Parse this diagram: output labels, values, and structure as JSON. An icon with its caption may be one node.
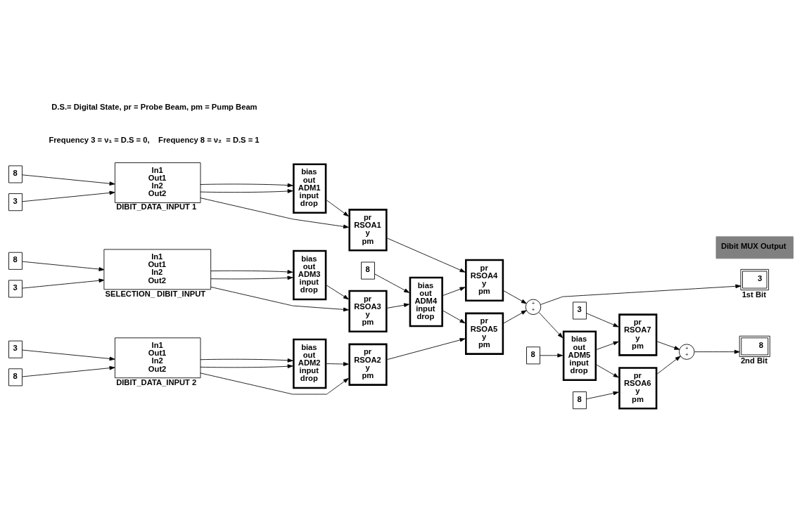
{
  "diagram": {
    "nodes": [
      {
        "text": [
          "8"
        ]
      },
      {
        "text": [
          "In1",
          "Out1",
          "In2",
          "Out2"
        ],
        "beside": [
          "DIBIT_DATA_INPUT 1"
        ]
      },
      {
        "text": [
          "3"
        ]
      },
      {
        "text": [
          "bias",
          "out",
          "ADM1",
          "input",
          "drop"
        ]
      },
      {
        "text": [
          "pr",
          "RSOA1",
          "y",
          "pm"
        ]
      },
      {
        "text": [
          "pr",
          "RSOA4",
          "y",
          "pm"
        ]
      },
      {
        "text": [
          "+",
          "+"
        ]
      },
      {
        "text": [
          "3"
        ],
        "beside": [
          "1st Bit"
        ]
      },
      {
        "text": [
          "8"
        ]
      },
      {
        "text": [
          "pr",
          "RSOA6",
          "y",
          "pm"
        ]
      },
      {
        "text": [
          "+",
          "+"
        ]
      },
      {
        "text": [
          "8"
        ],
        "beside": [
          "2nd Bit"
        ]
      },
      {
        "text": [
          "3"
        ]
      },
      {
        "text": [
          "In1",
          "Out1",
          "In2",
          "Out2"
        ],
        "beside": [
          "DIBIT_DATA_INPUT 2"
        ]
      },
      {
        "text": [
          "8"
        ]
      },
      {
        "text": [
          "bias",
          "out",
          "ADM2",
          "input",
          "drop"
        ]
      },
      {
        "text": [
          "pr",
          "RSOA2",
          "y",
          "pm"
        ]
      },
      {
        "text": [
          "pr",
          "RSOA5",
          "y",
          "pm"
        ]
      },
      {
        "text": [
          "8"
        ]
      },
      {
        "text": [
          "3"
        ]
      },
      {
        "text": [
          "bias",
          "out",
          "ADM5",
          "input",
          "drop"
        ]
      },
      {
        "text": [
          "pr",
          "RSOA7",
          "y",
          "pm"
        ]
      },
      {
        "text": [
          "8"
        ]
      },
      {
        "text": [
          "bias",
          "out",
          "ADM4",
          "input",
          "drop"
        ]
      },
      {
        "text": [
          "8"
        ]
      },
      {
        "text": [
          "In1",
          "Out1",
          "In2",
          "Out2"
        ],
        "beside": [
          "SELECTION_ DIBIT_INPUT"
        ]
      },
      {
        "text": [
          "3"
        ]
      },
      {
        "text": [
          "bias",
          "out",
          "ADM3",
          "input",
          "drop"
        ]
      },
      {
        "text": [
          "pr",
          "RSOA3",
          "y",
          "pm"
        ]
      }
    ],
    "edges": [
      {
        "from": 0,
        "to": 1,
        "arrow": "to"
      },
      {
        "from": 2,
        "to": 1,
        "arrow": "to"
      },
      {
        "from": 1,
        "to": 4,
        "arrow": "to"
      },
      {
        "from": 1,
        "to": 3,
        "arrow": "to"
      },
      {
        "from": 1,
        "to": 3,
        "arrow": "to"
      },
      {
        "from": 3,
        "to": 4,
        "arrow": "to"
      },
      {
        "from": 4,
        "to": 5,
        "arrow": "to"
      },
      {
        "from": 5,
        "to": 6,
        "arrow": "to"
      },
      {
        "from": 6,
        "to": 7,
        "arrow": "to"
      },
      {
        "from": 6,
        "to": 20,
        "arrow": "to"
      },
      {
        "from": 8,
        "to": 9,
        "arrow": "to"
      },
      {
        "from": 9,
        "to": 10,
        "arrow": "to"
      },
      {
        "from": 10,
        "to": 11,
        "arrow": "to"
      },
      {
        "from": 12,
        "to": 13,
        "arrow": "to"
      },
      {
        "from": 14,
        "to": 13,
        "arrow": "to"
      },
      {
        "from": 13,
        "to": 16,
        "arrow": "to"
      },
      {
        "from": 13,
        "to": 15,
        "arrow": "to"
      },
      {
        "from": 13,
        "to": 15,
        "arrow": "to"
      },
      {
        "from": 15,
        "to": 16,
        "arrow": "to"
      },
      {
        "from": 16,
        "to": 17,
        "arrow": "to"
      },
      {
        "from": 17,
        "to": 6,
        "arrow": "to"
      },
      {
        "from": 18,
        "to": 20,
        "arrow": "to"
      },
      {
        "from": 20,
        "to": 9,
        "arrow": "to"
      },
      {
        "from": 20,
        "to": 21,
        "arrow": "to"
      },
      {
        "from": 19,
        "to": 21,
        "arrow": "to"
      },
      {
        "from": 21,
        "to": 10,
        "arrow": "to"
      },
      {
        "from": 22,
        "to": 23,
        "arrow": "to"
      },
      {
        "from": 23,
        "to": 5,
        "arrow": "to"
      },
      {
        "from": 23,
        "to": 17,
        "arrow": "to"
      },
      {
        "from": 24,
        "to": 25,
        "arrow": "to"
      },
      {
        "from": 26,
        "to": 25,
        "arrow": "to"
      },
      {
        "from": 25,
        "to": 28,
        "arrow": "to"
      },
      {
        "from": 25,
        "to": 27,
        "arrow": "to"
      },
      {
        "from": 25,
        "to": 27,
        "arrow": "to"
      },
      {
        "from": 27,
        "to": 28,
        "arrow": "to"
      },
      {
        "from": 28,
        "to": 23,
        "arrow": "to"
      }
    ],
    "labels": [
      "Dibit MUX Output",
      "Frequency 3 = ν₁ = D.S = 0,    Frequency 8 = ν₂  = D.S = 1",
      "D.S.= Digital State, pr = Probe Beam, pm = Pump Beam"
    ]
  }
}
